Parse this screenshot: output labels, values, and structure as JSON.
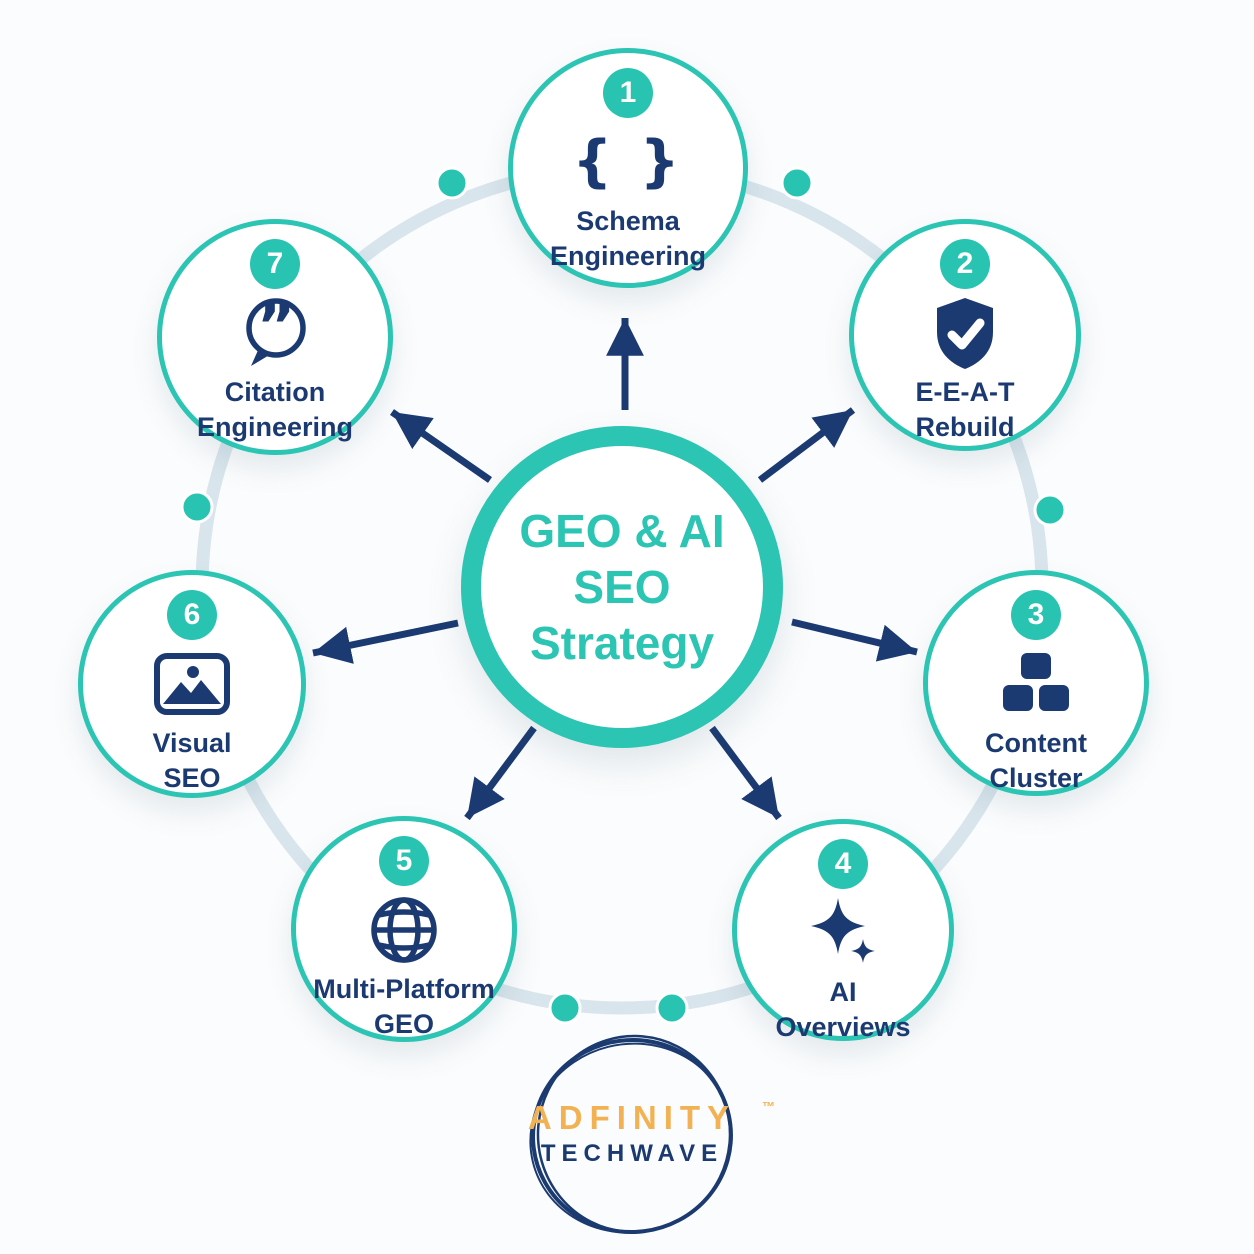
{
  "colors": {
    "teal": "#2cc4b3",
    "navy": "#1c3a72",
    "connector_ring": "#d9e5ec",
    "logo_orange": "#f2b254",
    "logo_navy": "#1b3a70",
    "background": "#fbfcfd"
  },
  "center": {
    "line1": "GEO & AI",
    "line2": "SEO",
    "line3": "Strategy"
  },
  "nodes": [
    {
      "number": "1",
      "icon": "curly-braces-icon",
      "glyph": "{ }",
      "line1": "Schema",
      "line2": "Engineering"
    },
    {
      "number": "2",
      "icon": "shield-check-icon",
      "line1": "E-E-A-T",
      "line2": "Rebuild"
    },
    {
      "number": "3",
      "icon": "content-blocks-icon",
      "line1": "Content",
      "line2": "Cluster"
    },
    {
      "number": "4",
      "icon": "sparkle-icon",
      "line1": "AI",
      "line2": "Overviews"
    },
    {
      "number": "5",
      "icon": "globe-icon",
      "line1": "Multi-Platform",
      "line2": "GEO"
    },
    {
      "number": "6",
      "icon": "image-icon",
      "line1": "Visual",
      "line2": "SEO"
    },
    {
      "number": "7",
      "icon": "quote-bubble-icon",
      "quote_glyph": "”",
      "line1": "Citation",
      "line2": "Engineering"
    }
  ],
  "logo": {
    "name": "ADFINITY",
    "mark": "™",
    "tagline": "TECHWAVE"
  }
}
